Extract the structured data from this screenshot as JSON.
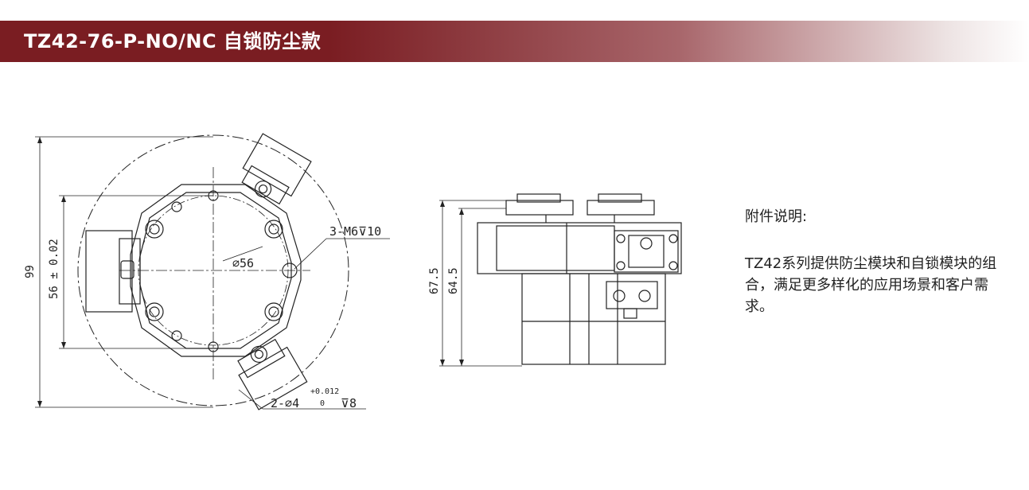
{
  "header": {
    "title": "TZ42-76-P-NO/NC 自锁防尘款"
  },
  "drawing": {
    "front": {
      "dim_outer": "99",
      "dim_inner": "56 ± 0.02",
      "dim_circle": "⌀56",
      "dim_thread": "3-M6⊽10",
      "dim_pin_prefix": "2-⌀4",
      "dim_pin_tol_upper": "+0.012",
      "dim_pin_tol_lower": "0",
      "dim_pin_depth": "⊽8"
    },
    "side": {
      "dim_total": "67.5",
      "dim_body": "64.5"
    }
  },
  "notes": {
    "title": "附件说明:",
    "body": "TZ42系列提供防尘模块和自锁模块的组合，满足更多样化的应用场景和客户需求。"
  }
}
